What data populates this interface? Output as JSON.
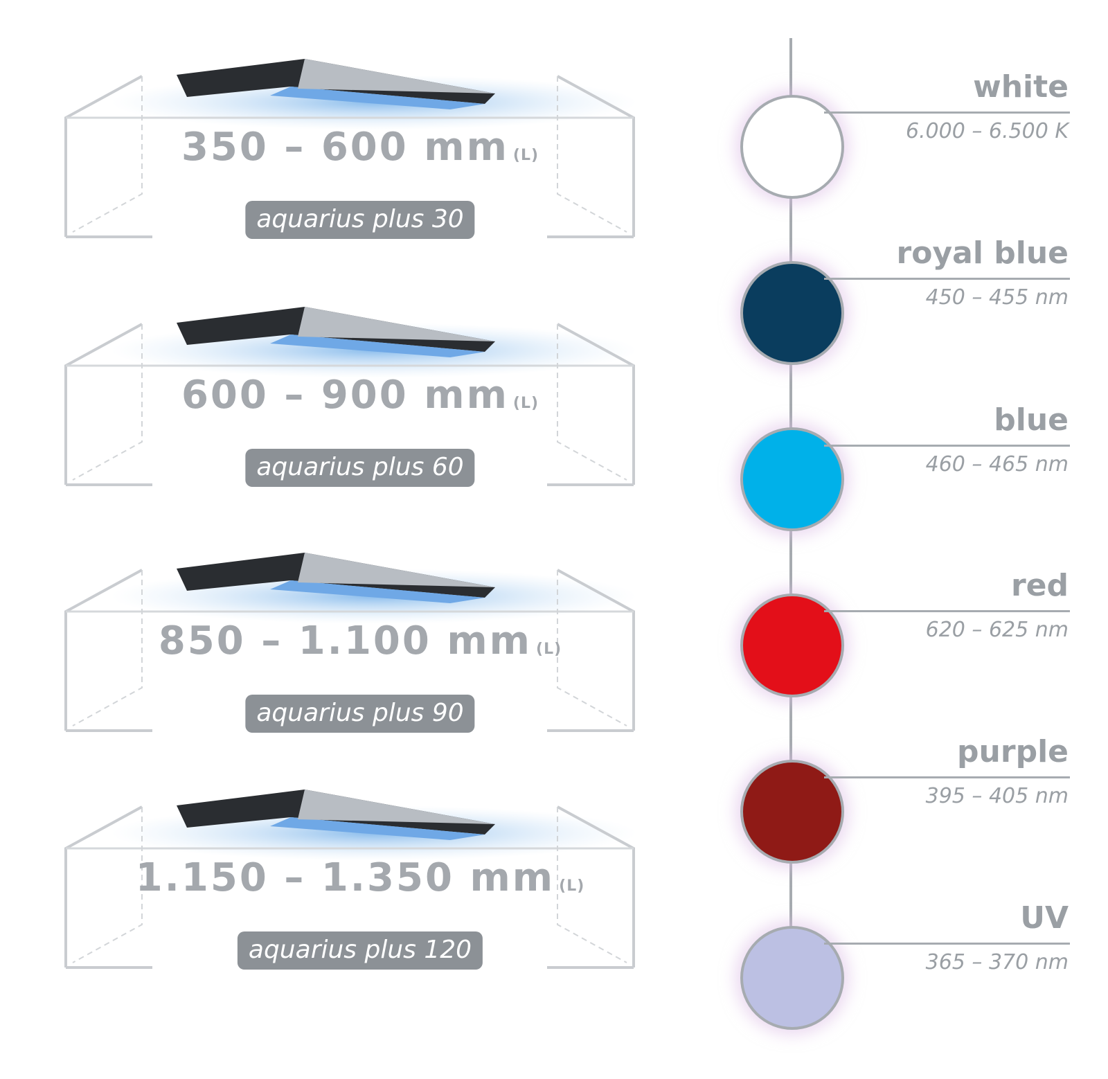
{
  "products": [
    {
      "dimension": "350 – 600 mm",
      "unit": "(L)",
      "model": "aquarius plus 30"
    },
    {
      "dimension": "600 – 900 mm",
      "unit": "(L)",
      "model": "aquarius plus 60"
    },
    {
      "dimension": "850 – 1.100 mm",
      "unit": "(L)",
      "model": "aquarius plus 90"
    },
    {
      "dimension": "1.150 – 1.350 mm",
      "unit": "(L)",
      "model": "aquarius plus 120"
    }
  ],
  "colors": [
    {
      "name": "white",
      "value": "6.000 – 6.500 K",
      "swatch": "#ffffff"
    },
    {
      "name": "royal blue",
      "value": "450 – 455 nm",
      "swatch": "#0a3d5e"
    },
    {
      "name": "blue",
      "value": "460 – 465 nm",
      "swatch": "#00b1e9"
    },
    {
      "name": "red",
      "value": "620 – 625 nm",
      "swatch": "#e30f19"
    },
    {
      "name": "purple",
      "value": "395 – 405 nm",
      "swatch": "#8f1a16"
    },
    {
      "name": "UV",
      "value": "365 – 370 nm",
      "swatch": "#bcc0e3"
    }
  ]
}
